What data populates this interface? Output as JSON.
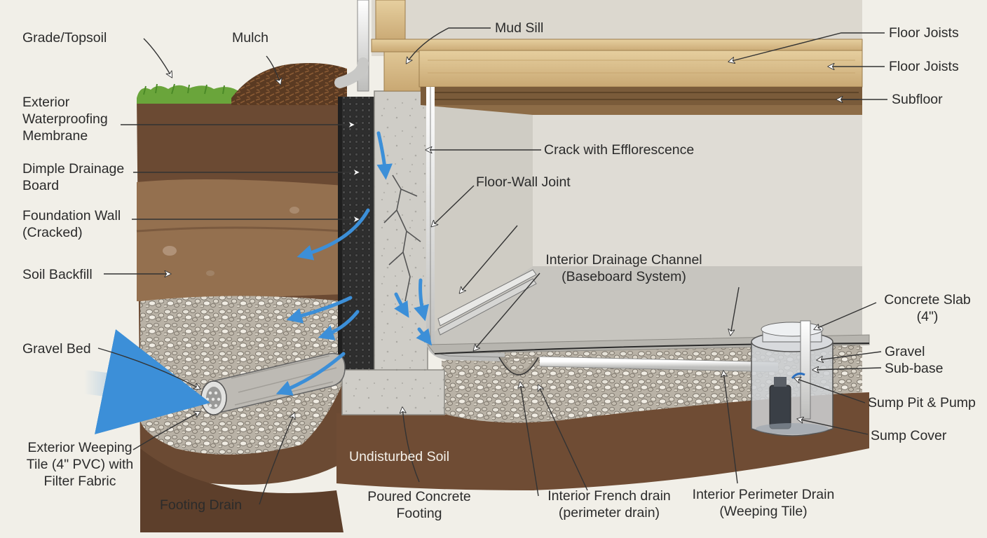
{
  "labels": {
    "grade_topsoil": "Grade/Topsoil",
    "mulch": "Mulch",
    "exterior_membrane": "Exterior\nWaterproofing\nMembrane",
    "dimple_board": "Dimple Drainage\nBoard",
    "foundation_wall": "Foundation Wall\n(Cracked)",
    "soil_backfill": "Soil Backfill",
    "gravel_bed": "Gravel Bed",
    "weeping_tile": "Exterior Weeping\nTile (4\" PVC) with\nFilter Fabric",
    "footing_drain": "Footing Drain",
    "undisturbed_soil": "Undisturbed Soil",
    "poured_footing": "Poured Concrete\nFooting",
    "mud_sill": "Mud Sill",
    "floor_joists_1": "Floor Joists",
    "floor_joists_2": "Floor Joists",
    "subfloor": "Subfloor",
    "crack_efflorescence": "Crack with Efflorescence",
    "floor_wall_joint": "Floor-Wall Joint",
    "interior_channel": "Interior Drainage Channel\n(Baseboard System)",
    "concrete_slab": "Concrete Slab\n(4\")",
    "gravel": "Gravel",
    "sub_base": "Sub-base",
    "sump_pit_pump": "Sump Pit & Pump",
    "sump_cover": "Sump Cover",
    "interior_french_drain": "Interior French drain\n(perimeter drain)",
    "interior_perimeter_drain": "Interior Perimeter Drain\n(Weeping Tile)"
  },
  "colors": {
    "background": "#f1efe8",
    "soil_dark": "#6b4a33",
    "soil_mid": "#94704f",
    "grass": "#6aa53b",
    "concrete": "#c9c7c1",
    "wood": "#d9bf8c",
    "water": "#3c8fd8",
    "membrane": "#2e2e2e",
    "pipe": "#e4e4e2"
  }
}
